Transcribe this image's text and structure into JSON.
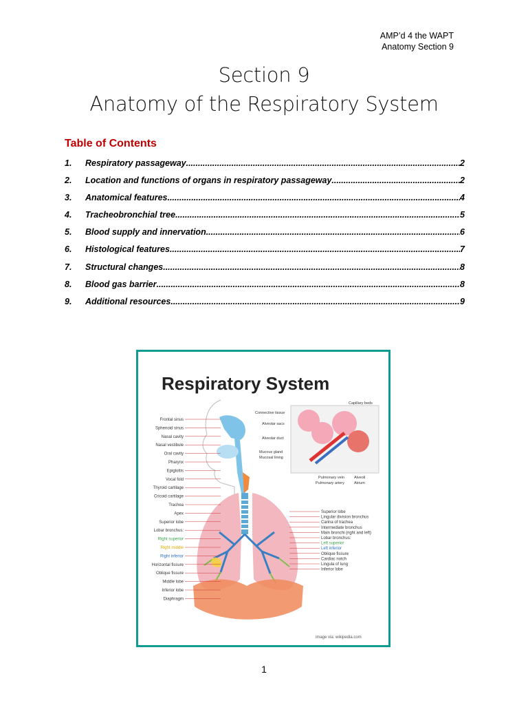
{
  "header": {
    "line1": "AMP’d 4 the WAPT",
    "line2": "Anatomy Section 9"
  },
  "title": {
    "line1": "Section 9",
    "line2": "Anatomy of the Respiratory System"
  },
  "toc": {
    "heading": "Table of Contents",
    "items": [
      {
        "num": "1.",
        "label": "Respiratory passageway ",
        "page": "2"
      },
      {
        "num": "2.",
        "label": "Location and functions of organs in respiratory passageway",
        "page": "2"
      },
      {
        "num": "3.",
        "label": "Anatomical features",
        "page": "4"
      },
      {
        "num": "4.",
        "label": "Tracheobronchial tree ",
        "page": "5"
      },
      {
        "num": "5.",
        "label": "Blood supply and innervation ",
        "page": "6"
      },
      {
        "num": "6.",
        "label": "Histological features ",
        "page": "7"
      },
      {
        "num": "7.",
        "label": "Structural changes ",
        "page": "8"
      },
      {
        "num": "8.",
        "label": "Blood gas barrier",
        "page": "8"
      },
      {
        "num": "9.",
        "label": "Additional resources",
        "page": "9"
      }
    ]
  },
  "figure": {
    "title": "Respiratory System",
    "credit": "image via: wikipedia.com",
    "border_color": "#0f9a92",
    "left_labels": [
      "Frontal sinus",
      "Sphenoid sinus",
      "Nasal cavity",
      "Nasal vestibule",
      "Oral cavity",
      "Pharynx",
      "Epiglottis",
      "Vocal fold",
      "Thyroid cartilage",
      "Cricoid cartilage",
      "Trachea",
      "Apex",
      "Superior lobe",
      "Lobar bronchus:",
      "Right superior",
      "Right middle",
      "Right inferior",
      "Horizontal fissure",
      "Oblique fissure",
      "Middle lobe",
      "Inferior lobe",
      "Diaphragm"
    ],
    "right_labels": [
      "Superior lobe",
      "Lingular division bronchus",
      "Carina of trachea",
      "Intermediate bronchus",
      "Main bronchi (right and left)",
      "Lobar bronchus:",
      "Left superior",
      "Left inferior",
      "Oblique fissure",
      "Cardiac notch",
      "Lingula of lung",
      "Inferior lobe"
    ],
    "inset_labels": [
      "Capillary beds",
      "Connective tissue",
      "Alveolar sacs",
      "Alveolar duct",
      "Mucous gland",
      "Mucosal lining",
      "Pulmonary vein",
      "Pulmonary artery",
      "Alveoli",
      "Atrium"
    ]
  },
  "footer": {
    "page_number": "1"
  }
}
